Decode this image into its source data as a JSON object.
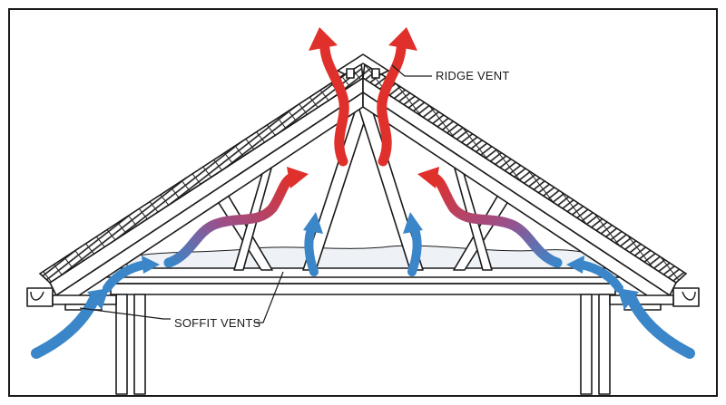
{
  "labels": {
    "ridge_vent": "RIDGE VENT",
    "soffit_vents": "SOFFIT VENTS"
  },
  "colors": {
    "cool_air": "#3a86c8",
    "warm_air": "#e0302b",
    "outline": "#1a1a1a",
    "insulation": "#eef2f6"
  },
  "airflow": {
    "intake": "soffit-vents",
    "exhaust": "ridge-vent"
  }
}
